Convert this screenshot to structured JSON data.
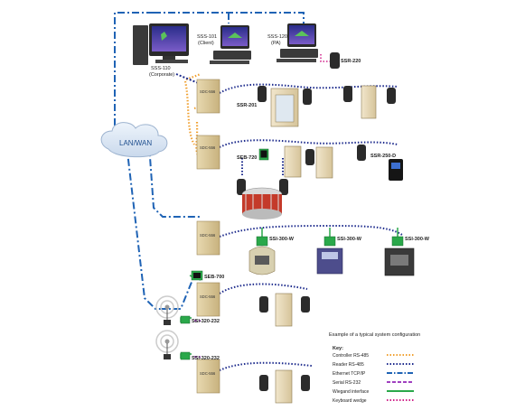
{
  "workstations": {
    "corporate": {
      "line1": "SSS-110",
      "line2": "(Corporate)"
    },
    "client": {
      "line1": "SSS-101",
      "line2": "(Client)"
    },
    "pa": {
      "line1": "SSS-120",
      "line2": "(PA)"
    }
  },
  "network": {
    "cloud_label": "LAN/WAN"
  },
  "devices": {
    "ssr220": "SSR-220",
    "ssr201": "SSR-201",
    "seb720": "SEB-720",
    "ssr250d": "SSR-250-D",
    "ssi300w_1": "SSI-300-W",
    "ssi300w_2": "SSI-300-W",
    "ssi300w_3": "SSI-300-W",
    "seb700": "SEB-700",
    "ssi320_1": "SSI-320-232",
    "ssi320_2": "SSI-320-232"
  },
  "controllers": {
    "c1": "SDC-556",
    "c2": "SDC-556",
    "c3": "SDC-556",
    "c4": "SDC-556",
    "c5": "SDC-556"
  },
  "key": {
    "title": "Example of a typical system configuration",
    "heading": "Key:",
    "items": [
      {
        "label": "Controller RS-485",
        "color": "#f0a030",
        "style": "dotted"
      },
      {
        "label": "Reader RS-485",
        "color": "#1c2a8c",
        "style": "dotted"
      },
      {
        "label": "Ethernet TCP/IP",
        "color": "#1f63b5",
        "style": "dashdot"
      },
      {
        "label": "Serial RS-232",
        "color": "#a040c0",
        "style": "dashed"
      },
      {
        "label": "Wiegand interface",
        "color": "#2aa84a",
        "style": "solid"
      },
      {
        "label": "Keyboard wedge",
        "color": "#d0208a",
        "style": "dotted"
      }
    ]
  }
}
